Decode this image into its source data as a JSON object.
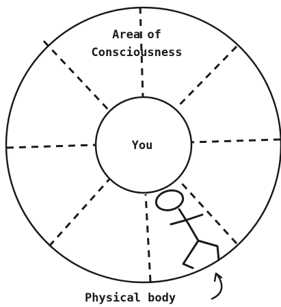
{
  "diagram": {
    "outer_label_line1": "Area of",
    "outer_label_line2": "Consciousness",
    "center_label": "You",
    "body_label": "Physical body"
  }
}
